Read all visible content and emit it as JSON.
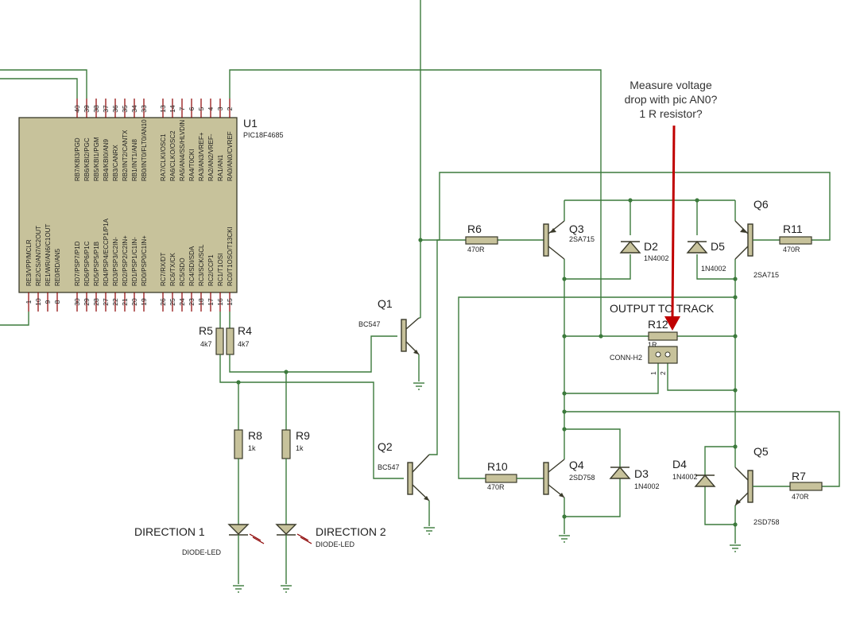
{
  "u1": {
    "ref": "U1",
    "part": "PIC18F4685",
    "top_pins": [
      {
        "num": "40",
        "name": "RB7/KBI3/PGD"
      },
      {
        "num": "39",
        "name": "RB6/KBI2/PGC"
      },
      {
        "num": "38",
        "name": "RB5/KBI1/PGM"
      },
      {
        "num": "37",
        "name": "RB4/KBI0/AN9"
      },
      {
        "num": "36",
        "name": "RB3/CANRX"
      },
      {
        "num": "35",
        "name": "RB2/INT2/CANTX"
      },
      {
        "num": "34",
        "name": "RB1/INT1/AN8"
      },
      {
        "num": "33",
        "name": "RB0/INT0/FLT0/AN10"
      },
      {
        "num": "13",
        "name": "RA7/CLKI/OSC1"
      },
      {
        "num": "14",
        "name": "RA6/CLKO/OSC2"
      },
      {
        "num": "7",
        "name": "RA5/AN4/SS/HLVDIN"
      },
      {
        "num": "6",
        "name": "RA4/T0CKI"
      },
      {
        "num": "5",
        "name": "RA3/AN3/VREF+"
      },
      {
        "num": "4",
        "name": "RA2/AN2/VREF-"
      },
      {
        "num": "3",
        "name": "RA1/AN1"
      },
      {
        "num": "2",
        "name": "RA0/AN0/CVREF"
      }
    ],
    "bottom_pins": [
      {
        "num": "1",
        "name": "RE3/VPP/MCLR"
      },
      {
        "num": "10",
        "name": "RE2/CS/AN7/C2OUT"
      },
      {
        "num": "9",
        "name": "RE1/WR/AN6/C1OUT"
      },
      {
        "num": "8",
        "name": "RE0/RD/AN5"
      },
      {
        "num": "30",
        "name": "RD7/PSP7/P1D"
      },
      {
        "num": "29",
        "name": "RD6/PSP6/P1C"
      },
      {
        "num": "28",
        "name": "RD5/PSP5/P1B"
      },
      {
        "num": "27",
        "name": "RD4/PSP4/ECCP1/P1A"
      },
      {
        "num": "22",
        "name": "RD3/PSP3/C2IN-"
      },
      {
        "num": "21",
        "name": "RD2/PSP2/C2IN+"
      },
      {
        "num": "20",
        "name": "RD1/PSP1/C1IN-"
      },
      {
        "num": "19",
        "name": "RD0/PSP0/C1IN+"
      },
      {
        "num": "26",
        "name": "RC7/RX/DT"
      },
      {
        "num": "25",
        "name": "RC6/TX/CK"
      },
      {
        "num": "24",
        "name": "RC5/SDO"
      },
      {
        "num": "23",
        "name": "RC4/SDI/SDA"
      },
      {
        "num": "18",
        "name": "RC3/SCK/SCL"
      },
      {
        "num": "17",
        "name": "RC2/CCP1"
      },
      {
        "num": "16",
        "name": "RC1/T1OSI"
      },
      {
        "num": "15",
        "name": "RC0/T1OSO/T13CKI"
      }
    ]
  },
  "components": {
    "r5": {
      "ref": "R5",
      "value": "4k7"
    },
    "r4": {
      "ref": "R4",
      "value": "4k7"
    },
    "r8": {
      "ref": "R8",
      "value": "1k"
    },
    "r9": {
      "ref": "R9",
      "value": "1k"
    },
    "r6": {
      "ref": "R6",
      "value": "470R"
    },
    "r11": {
      "ref": "R11",
      "value": "470R"
    },
    "r10": {
      "ref": "R10",
      "value": "470R"
    },
    "r7": {
      "ref": "R7",
      "value": "470R"
    },
    "r12": {
      "ref": "R12",
      "value": "1R"
    },
    "q1": {
      "ref": "Q1",
      "value": "BC547"
    },
    "q2": {
      "ref": "Q2",
      "value": "BC547"
    },
    "q3": {
      "ref": "Q3",
      "value": "2SA715"
    },
    "q6": {
      "ref": "Q6",
      "value": "2SA715"
    },
    "q4": {
      "ref": "Q4",
      "value": "2SD758"
    },
    "q5": {
      "ref": "Q5",
      "value": "2SD758"
    },
    "d2": {
      "ref": "D2",
      "value": "1N4002"
    },
    "d5": {
      "ref": "D5",
      "value": "1N4002"
    },
    "d3": {
      "ref": "D3",
      "value": "1N4002"
    },
    "d4": {
      "ref": "D4",
      "value": "1N4002"
    },
    "conn": {
      "value": "CONN-H2",
      "pin1": "1",
      "pin2": "2"
    },
    "led1": {
      "label": "DIRECTION 1",
      "value": "DIODE-LED"
    },
    "led2": {
      "label": "DIRECTION 2",
      "value": "DIODE-LED"
    }
  },
  "labels": {
    "output": "OUTPUT TO TRACK"
  },
  "annotation": {
    "line1": "Measure voltage",
    "line2": "drop with pic AN0?",
    "line3": "1 R resistor?",
    "arrow_color": "#c00000"
  },
  "colors": {
    "wire": "#3c7a3c",
    "pin": "#8b0000",
    "body": "#c7c29b"
  }
}
